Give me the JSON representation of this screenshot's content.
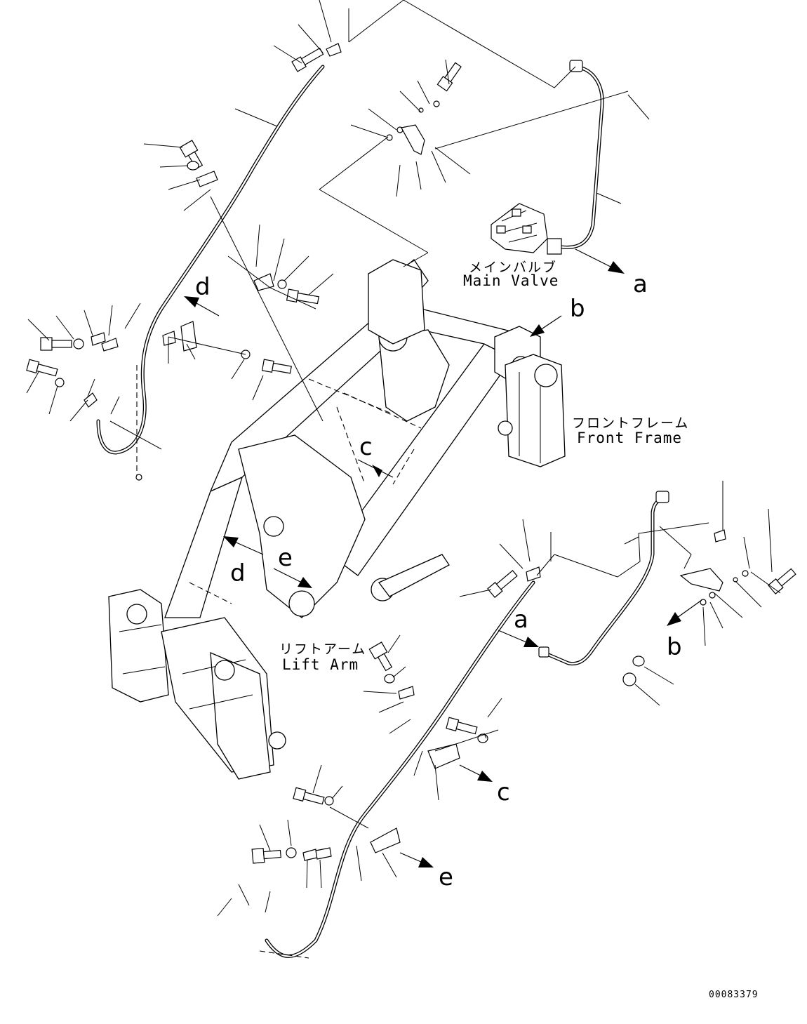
{
  "labels": {
    "main_valve_jp": "メインバルブ",
    "main_valve_en": "Main Valve",
    "front_frame_jp": "フロントフレーム",
    "front_frame_en": "Front Frame",
    "lift_arm_jp": "リフトアーム",
    "lift_arm_en": "Lift Arm"
  },
  "connector_letters": {
    "a": "a",
    "b": "b",
    "c": "c",
    "d": "d",
    "e": "e"
  },
  "document_number": "00083379"
}
